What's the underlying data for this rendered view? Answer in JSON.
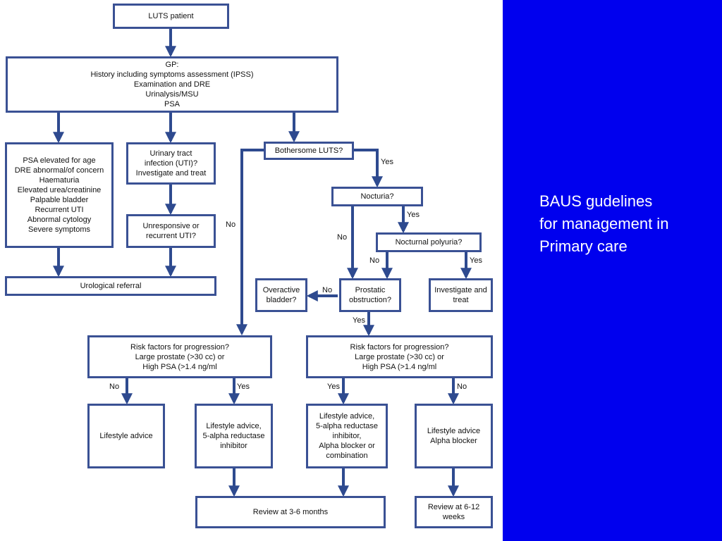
{
  "caption": "BAUS gudelines\nfor management in\nPrimary care",
  "colors": {
    "background": "#0000ee",
    "panel": "#ffffff",
    "box_border": "#3a5194",
    "arrow": "#2e4a8f",
    "caption_text": "#ffffff"
  },
  "nodes": {
    "luts": "LUTS patient",
    "gp": "GP:\nHistory including symptoms assessment (IPSS)\nExamination and DRE\nUrinalysis/MSU\nPSA",
    "psa_elevated": "PSA elevated for age\nDRE abnormal/of concern\nHaematuria\nElevated urea/creatinine\nPalpable bladder\nRecurrent UTI\nAbnormal cytology\nSevere symptoms",
    "uti": "Urinary tract\ninfection (UTI)?\nInvestigate and treat",
    "unresponsive": "Unresponsive or\nrecurrent UTI?",
    "urological_referral": "Urological referral",
    "bothersome": "Bothersome LUTS?",
    "nocturia": "Nocturia?",
    "nocturnal_polyuria": "Nocturnal polyuria?",
    "overactive": "Overactive\nbladder?",
    "prostatic": "Prostatic\nobstruction?",
    "investigate": "Investigate and\ntreat",
    "risk_left": "Risk factors for progression?\nLarge prostate (>30 cc) or\nHigh PSA (>1.4 ng/ml",
    "risk_right": "Risk factors for progression?\nLarge prostate (>30 cc) or\nHigh PSA (>1.4 ng/ml",
    "lifestyle": "Lifestyle advice",
    "lifestyle_5ari": "Lifestyle advice,\n5-alpha reductase\ninhibitor",
    "lifestyle_combo": "Lifestyle advice,\n5-alpha reductase\ninhibitor,\nAlpha blocker or\ncombination",
    "lifestyle_alpha": "Lifestyle advice\nAlpha blocker",
    "review_3_6": "Review at 3-6 months",
    "review_6_12": "Review at 6-12\nweeks"
  },
  "edge_labels": {
    "yes_bothersome": "Yes",
    "no_bothersome": "No",
    "yes_nocturia": "Yes",
    "no_nocturia": "No",
    "no_polyuria": "No",
    "yes_polyuria": "Yes",
    "no_prostatic": "No",
    "yes_prostatic": "Yes",
    "no_risk_left": "No",
    "yes_risk_left": "Yes",
    "yes_risk_right": "Yes",
    "no_risk_right": "No"
  }
}
